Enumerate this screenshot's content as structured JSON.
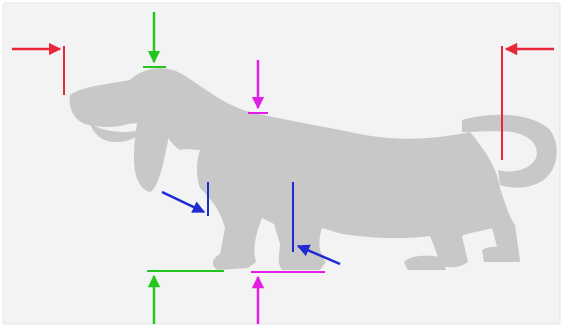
{
  "colors": {
    "background": "#ffffff",
    "frame": "#f3f3f3",
    "silhouette": "#c8c8c8",
    "red": "#e8273b",
    "green": "#23c61e",
    "magenta": "#e41ce8",
    "blue": "#1f2bd0"
  },
  "marker_pairs": [
    {
      "color": "red",
      "purpose": "body-length"
    },
    {
      "color": "green",
      "purpose": "height-at-withers"
    },
    {
      "color": "magenta",
      "purpose": "height-at-back"
    },
    {
      "color": "blue",
      "purpose": "leg-spacing"
    }
  ]
}
